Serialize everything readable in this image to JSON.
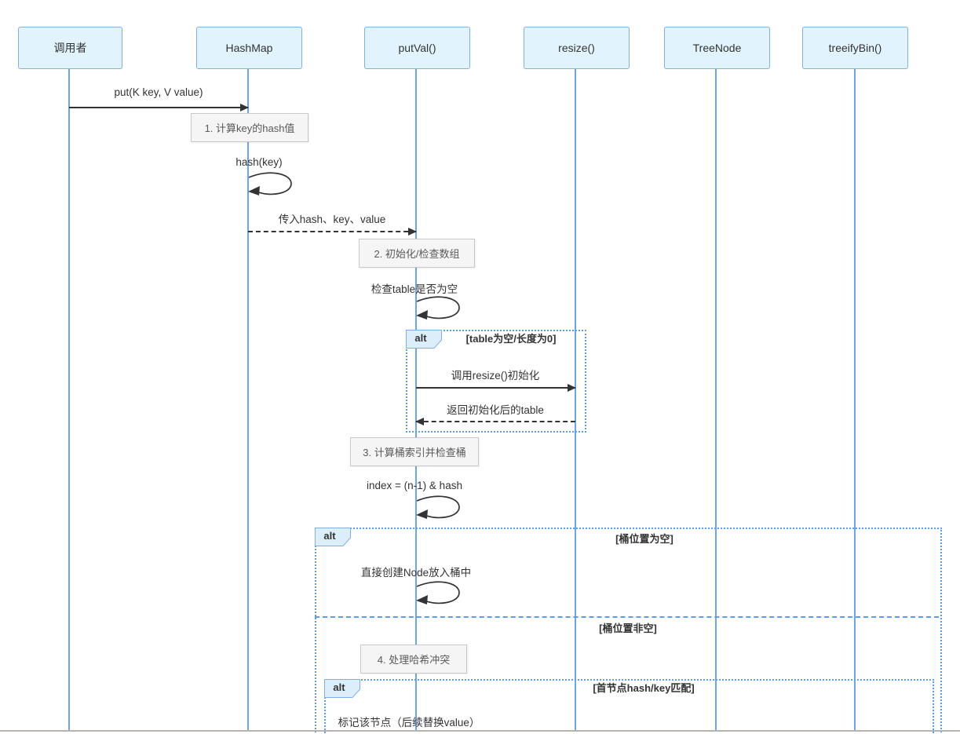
{
  "actors": [
    {
      "label": "调用者"
    },
    {
      "label": "HashMap"
    },
    {
      "label": "putVal()"
    },
    {
      "label": "resize()"
    },
    {
      "label": "TreeNode"
    },
    {
      "label": "treeifyBin()"
    }
  ],
  "messages": [
    {
      "label": "put(K key, V value)",
      "type": "solid",
      "from": "调用者",
      "to": "HashMap"
    },
    {
      "label": "hash(key)",
      "type": "self",
      "on": "HashMap"
    },
    {
      "label": "传入hash、key、value",
      "type": "dashed",
      "from": "HashMap",
      "to": "putVal()"
    },
    {
      "label": "检查table是否为空",
      "type": "self",
      "on": "putVal()"
    },
    {
      "label": "调用resize()初始化",
      "type": "solid",
      "from": "putVal()",
      "to": "resize()"
    },
    {
      "label": "返回初始化后的table",
      "type": "dashed",
      "from": "resize()",
      "to": "putVal()"
    },
    {
      "label": "index = (n-1) & hash",
      "type": "self",
      "on": "putVal()"
    },
    {
      "label": "直接创建Node放入桶中",
      "type": "self",
      "on": "putVal()"
    },
    {
      "label": "标记该节点（后续替换value）",
      "type": "text",
      "on": "putVal()"
    }
  ],
  "notes": [
    {
      "label": "1. 计算key的hash值"
    },
    {
      "label": "2. 初始化/检查数组"
    },
    {
      "label": "3. 计算桶索引并检查桶"
    },
    {
      "label": "4. 处理哈希冲突"
    }
  ],
  "fragments": [
    {
      "label": "alt",
      "guards": [
        "[table为空/长度为0]"
      ]
    },
    {
      "label": "alt",
      "guards": [
        "[桶位置为空]",
        "[桶位置非空]"
      ]
    },
    {
      "label": "alt",
      "guards": [
        "[首节点hash/key匹配]"
      ]
    }
  ],
  "colors": {
    "actor_fill": "#e1f3fc",
    "actor_border": "#7db2e6",
    "lifeline": "#6ba4f6",
    "frame_border": "#5b9bf0",
    "note_fill": "#f5f5f5",
    "note_border": "#c9c9c9",
    "arrow": "#333333",
    "text": "#333333",
    "note_text": "#595959",
    "bottom_rule": "#b9b3ae"
  }
}
